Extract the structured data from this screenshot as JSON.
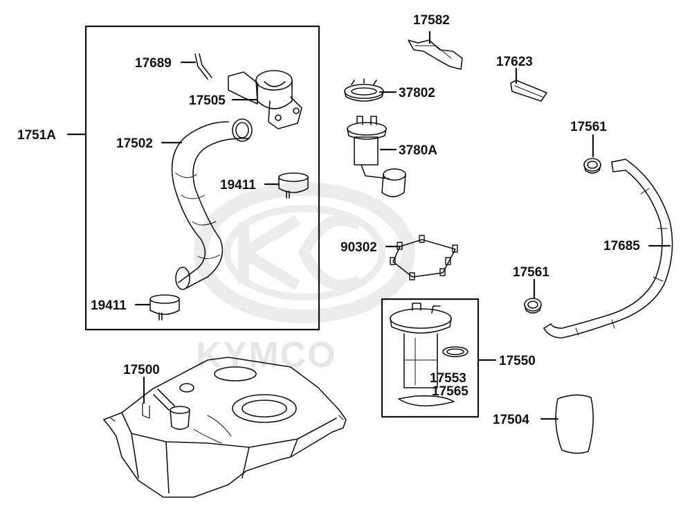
{
  "watermark": {
    "brand": "KYMCO"
  },
  "parts": [
    {
      "id": "p-17689",
      "number": "17689"
    },
    {
      "id": "p-17505",
      "number": "17505"
    },
    {
      "id": "p-1751a",
      "number": "1751A"
    },
    {
      "id": "p-17502",
      "number": "17502"
    },
    {
      "id": "p-19411-top",
      "number": "19411"
    },
    {
      "id": "p-19411-bottom",
      "number": "19411"
    },
    {
      "id": "p-17582",
      "number": "17582"
    },
    {
      "id": "p-37802",
      "number": "37802"
    },
    {
      "id": "p-3780a",
      "number": "3780A"
    },
    {
      "id": "p-17623",
      "number": "17623"
    },
    {
      "id": "p-17561-top",
      "number": "17561"
    },
    {
      "id": "p-17685",
      "number": "17685"
    },
    {
      "id": "p-90302",
      "number": "90302"
    },
    {
      "id": "p-17561-bottom",
      "number": "17561"
    },
    {
      "id": "p-17550",
      "number": "17550"
    },
    {
      "id": "p-17553",
      "number": "17553"
    },
    {
      "id": "p-17565",
      "number": "17565"
    },
    {
      "id": "p-17500",
      "number": "17500"
    },
    {
      "id": "p-17504",
      "number": "17504"
    }
  ]
}
